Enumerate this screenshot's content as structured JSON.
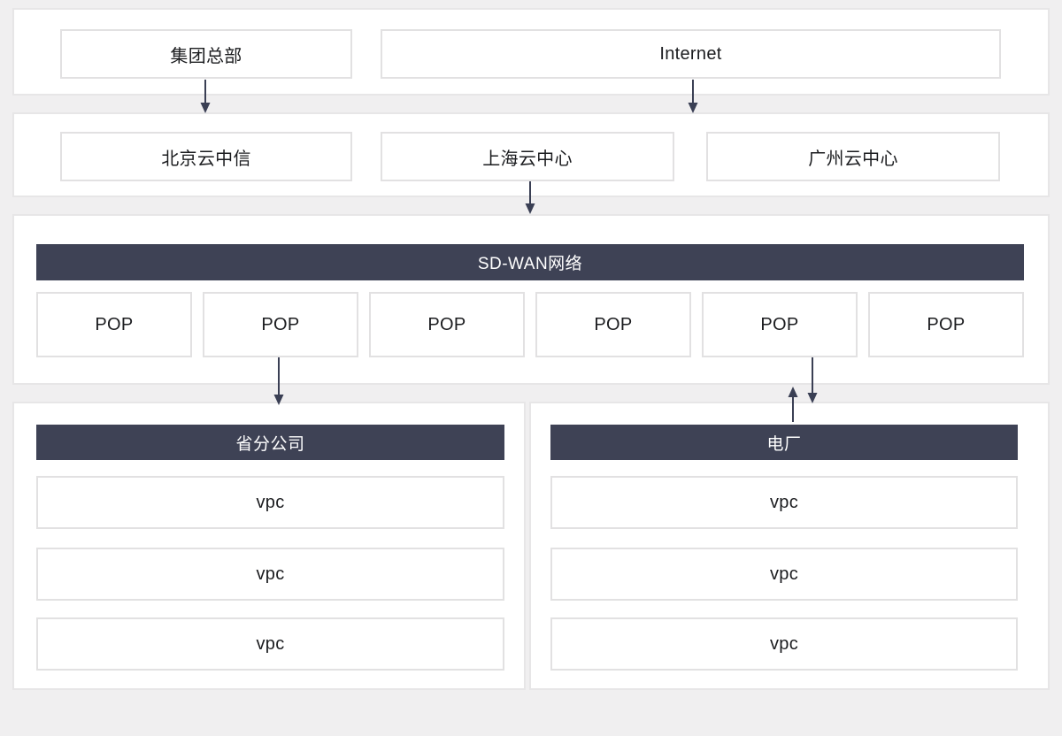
{
  "diagram": {
    "top_row": {
      "hq_label": "集团总部",
      "internet_label": "Internet"
    },
    "cloud_centers": {
      "items": [
        "北京云中信",
        "上海云中心",
        "广州云中心"
      ]
    },
    "sdwan": {
      "title": "SD-WAN网络",
      "pops": [
        "POP",
        "POP",
        "POP",
        "POP",
        "POP",
        "POP"
      ]
    },
    "branch": {
      "title": "省分公司",
      "vpcs": [
        "vpc",
        "vpc",
        "vpc"
      ]
    },
    "plant": {
      "title": "电厂",
      "vpcs": [
        "vpc",
        "vpc",
        "vpc"
      ]
    },
    "colors": {
      "background": "#f0eff0",
      "panel_background": "#ffffff",
      "panel_border": "#e7e6e7",
      "node_border": "#e2e1e2",
      "header_bar": "#3e4255",
      "header_text": "#ffffff",
      "node_text": "#1b1c1f",
      "arrow": "#3a3f54"
    }
  }
}
